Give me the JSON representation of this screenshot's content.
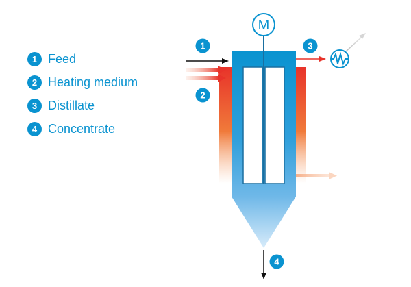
{
  "colors": {
    "primary_blue": "#0a93d0",
    "heating_red": "#e8332a",
    "heating_orange": "#f28a3c",
    "concentrate_light": "#a9d3f2",
    "arrow_black": "#111111",
    "vent_gray": "#c8c8c8"
  },
  "legend": [
    {
      "number": "1",
      "label": "Feed"
    },
    {
      "number": "2",
      "label": "Heating medium"
    },
    {
      "number": "3",
      "label": "Distillate"
    },
    {
      "number": "4",
      "label": "Concentrate"
    }
  ],
  "diagram": {
    "motor_symbol": "M",
    "feed_badge": "1",
    "heating_badge": "2",
    "distillate_badge": "3",
    "concentrate_badge": "4",
    "condenser_icon": "heat-exchanger-icon"
  }
}
